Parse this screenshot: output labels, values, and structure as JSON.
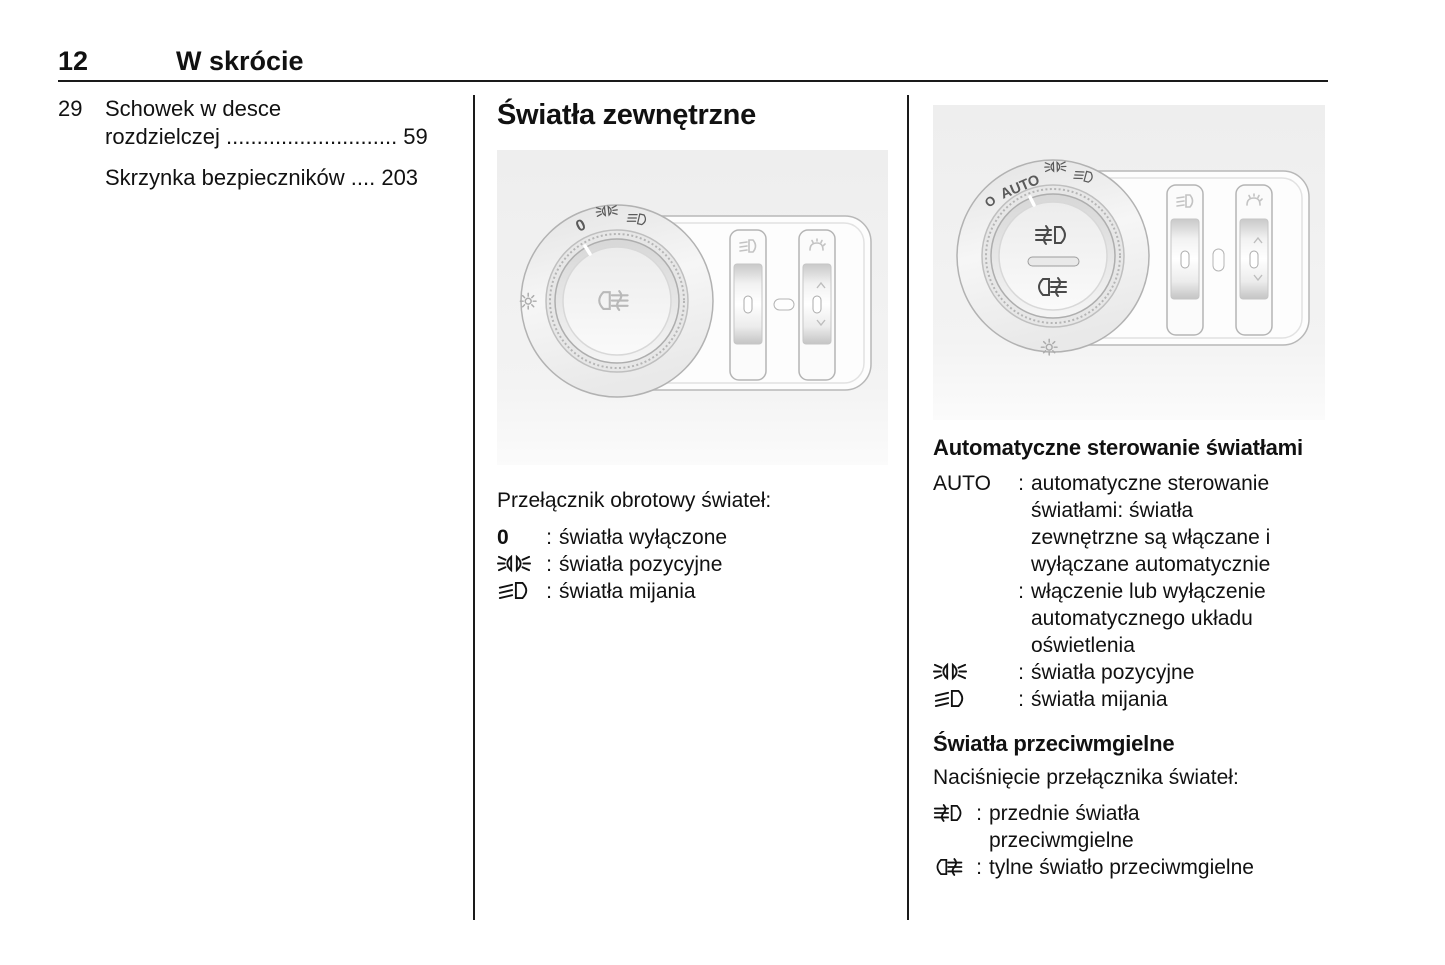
{
  "page_header": {
    "page_number": "12",
    "section_title": "W skrócie"
  },
  "colors": {
    "text": "#111111",
    "figure_background": "#f0f0f0",
    "divider": "#1a1a1a"
  },
  "punct": {
    "colon": ":"
  },
  "left_column": {
    "entries": [
      {
        "ref": "29",
        "text": "Schowek w desce\nrozdzielczej ............................ 59"
      },
      {
        "ref": "",
        "text": "Skrzynka bezpieczników .... 203"
      }
    ]
  },
  "middle_column": {
    "heading": "Światła zewnętrzne",
    "figure": {
      "description": "rotary-light-switch-panel",
      "dial_label_text": "0",
      "dial_icons": [
        "parking-lights-icon",
        "low-beam-icon"
      ],
      "ring_icons": [
        "sun-icon"
      ],
      "knob_icons": [
        "rear-fog-icon"
      ],
      "wheel_icons": [
        "headlamp-leveling-icon",
        "instrument-illumination-icon"
      ]
    },
    "intro": "Przełącznik obrotowy świateł:",
    "items": [
      {
        "term": "0",
        "icon": "",
        "text": "światła wyłączone"
      },
      {
        "term": "",
        "icon": "parking-lights-icon",
        "text": "światła pozycyjne"
      },
      {
        "term": "",
        "icon": "low-beam-icon",
        "text": "światła mijania"
      }
    ]
  },
  "right_column": {
    "figure": {
      "description": "auto-rotary-light-switch-panel",
      "power_label": "O",
      "auto_label": "AUTO",
      "dial_icons": [
        "parking-lights-icon",
        "low-beam-icon"
      ],
      "ring_icons": [
        "sun-icon"
      ],
      "knob_icons": [
        "front-fog-icon",
        "rear-fog-icon"
      ],
      "wheel_icons": [
        "headlamp-leveling-icon",
        "instrument-illumination-icon"
      ]
    },
    "heading_auto": "Automatyczne sterowanie światłami",
    "auto_items": [
      {
        "term": "AUTO",
        "icon": "",
        "text": "automatyczne sterowanie\nświatłami: światła\nzewnętrzne są włączane i\nwyłączane automatycznie"
      },
      {
        "term": "",
        "icon": "",
        "text": "włączenie lub wyłączenie\nautomatycznego układu\noświetlenia"
      },
      {
        "term": "",
        "icon": "parking-lights-icon",
        "text": "światła pozycyjne"
      },
      {
        "term": "",
        "icon": "low-beam-icon",
        "text": "światła mijania"
      }
    ],
    "heading_fog": "Światła przeciwmgielne",
    "intro_fog": "Naciśnięcie przełącznika świateł:",
    "fog_items": [
      {
        "icon": "front-fog-icon",
        "text": "przednie światła\nprzeciwmgielne"
      },
      {
        "icon": "rear-fog-icon",
        "text": "tylne światło przeciwmgielne"
      }
    ]
  }
}
